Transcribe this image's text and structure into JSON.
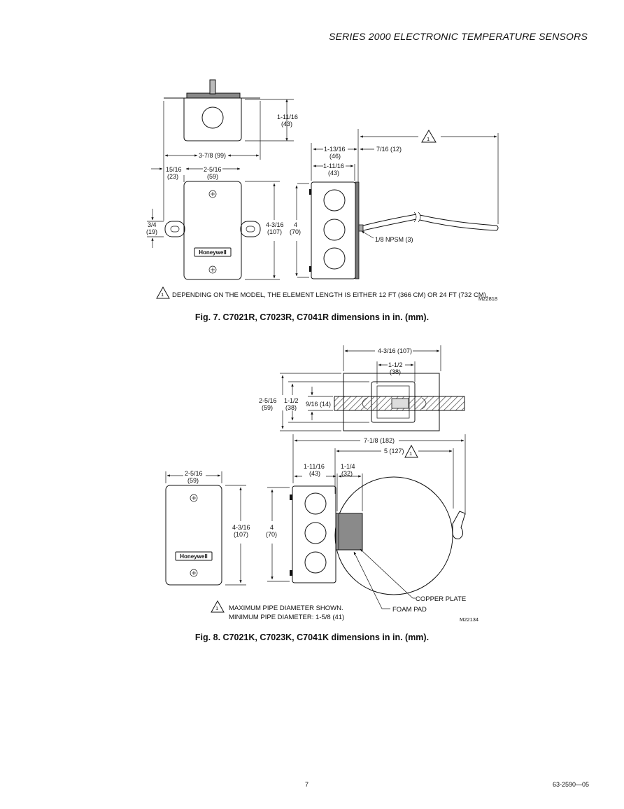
{
  "header": {
    "title": "SERIES 2000 ELECTRONIC TEMPERATURE SENSORS"
  },
  "fig7": {
    "caption": "Fig. 7. C7021R, C7023R, C7041R dimensions in in. (mm).",
    "code": "M22818",
    "brand": "Honeywell",
    "dims": {
      "top_height": [
        "1-11/16",
        "(43)"
      ],
      "width_total": "3-7/8 (99)",
      "tab_offset": [
        "15/16",
        "(23)"
      ],
      "body_width": [
        "2-5/16",
        "(59)"
      ],
      "tab_height": [
        "3/4",
        "(19)"
      ],
      "body_height": [
        "4-3/16",
        "(107)"
      ],
      "box_height": [
        "4",
        "(70)"
      ],
      "side_depth_outer": [
        "1-13/16",
        "(46)"
      ],
      "side_depth_inner": [
        "1-11/16",
        "(43)"
      ],
      "fitting_length": "7/16 (12)",
      "thread": "1/8 NPSM (3)",
      "note_marker": "1"
    },
    "note": "DEPENDING ON THE MODEL, THE ELEMENT LENGTH IS EITHER 12 FT (366 CM) OR 24 FT (732 CM)."
  },
  "fig8": {
    "caption": "Fig. 8. C7021K, C7023K, C7041K dimensions in in. (mm).",
    "code": "M22134",
    "brand": "Honeywell",
    "dims": {
      "top_width": "4-3/16 (107)",
      "clamp_width": [
        "1-1/2",
        "(38)"
      ],
      "top_height": [
        "2-5/16",
        "(59)"
      ],
      "clamp_height": [
        "1-1/2",
        "(38)"
      ],
      "strap_width": "9/16 (14)",
      "overall": "7-1/8 (182)",
      "pipe": "5 (127)",
      "side_depth": [
        "1-11/16",
        "(43)"
      ],
      "plate_depth": [
        "1-1/4",
        "(32)"
      ],
      "body_width": [
        "2-5/16",
        "(59)"
      ],
      "body_height": [
        "4-3/16",
        "(107)"
      ],
      "box_height": [
        "4",
        "(70)"
      ],
      "note_marker": "1"
    },
    "labels": {
      "copper": "COPPER PLATE",
      "foam": "FOAM PAD"
    },
    "note_line1": "MAXIMUM PIPE DIAMETER SHOWN.",
    "note_line2": "MINIMUM PIPE DIAMETER: 1-5/8 (41)"
  },
  "footer": {
    "page": "7",
    "doc": "63-2590—05"
  }
}
